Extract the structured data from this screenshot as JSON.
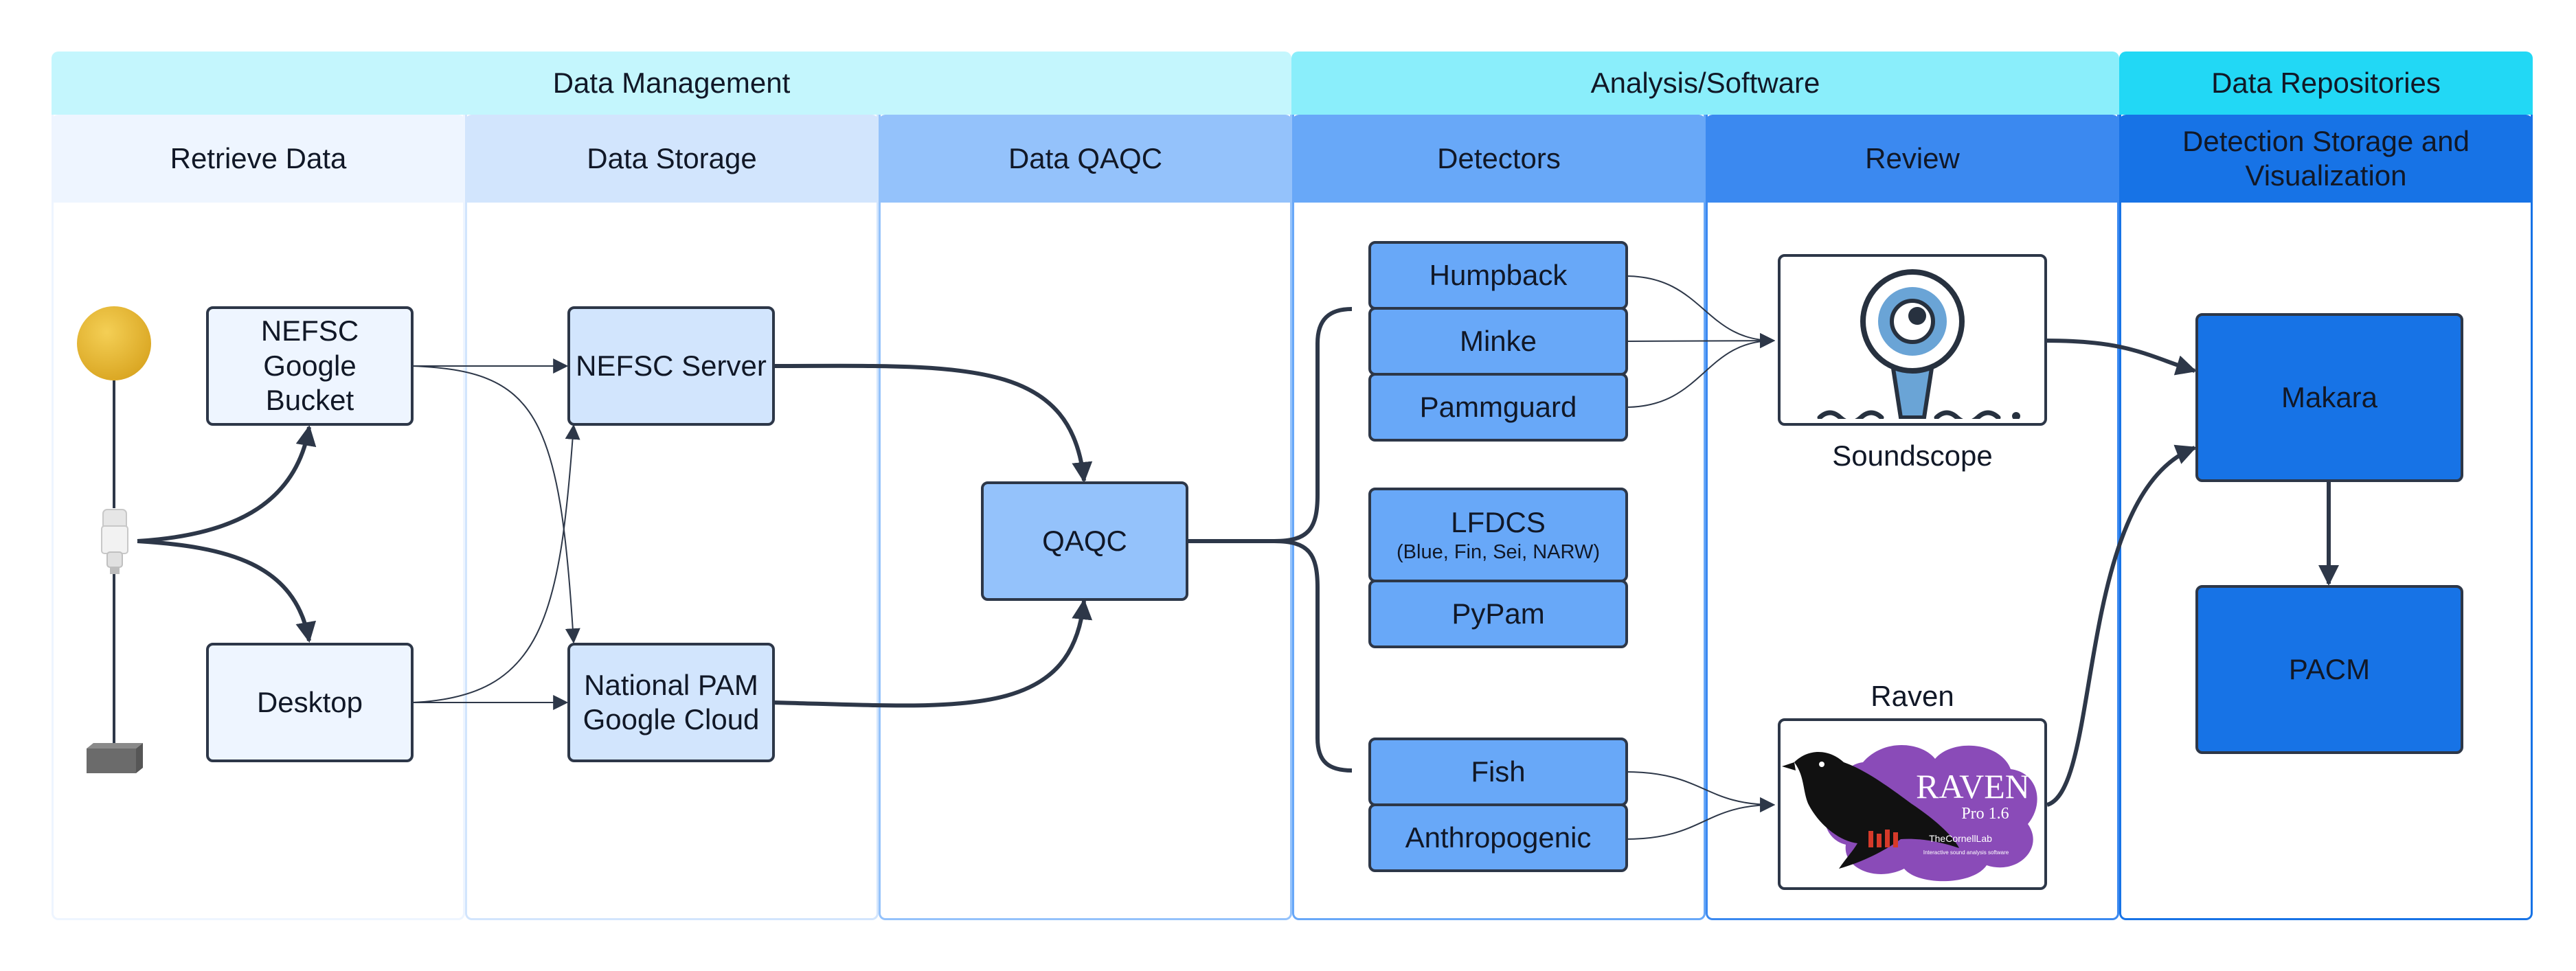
{
  "groups": {
    "data_management": "Data Management",
    "analysis_software": "Analysis/Software",
    "data_repositories": "Data Repositories"
  },
  "lanes": {
    "retrieve": "Retrieve Data",
    "storage": "Data Storage",
    "qaqc": "Data QAQC",
    "detectors": "Detectors",
    "review": "Review",
    "detection_storage": "Detection Storage and Visualization"
  },
  "nodes": {
    "nefsc_bucket": "NEFSC Google Bucket",
    "desktop": "Desktop",
    "nefsc_server": "NEFSC Server",
    "national_pam": "National PAM Google Cloud",
    "qaqc": "QAQC",
    "humpback": "Humpback",
    "minke": "Minke",
    "pammguard": "Pammguard",
    "lfdcs": "LFDCS",
    "lfdcs_species": "(Blue, Fin, Sei, NARW)",
    "pypam": "PyPam",
    "fish": "Fish",
    "anthropogenic": "Anthropogenic",
    "makara": "Makara",
    "pacm": "PACM"
  },
  "review": {
    "soundscope": "Soundscope",
    "raven": "Raven",
    "raven_logo": {
      "title": "RAVEN",
      "version": "Pro 1.6",
      "lab": "TheCornellLab",
      "tagline": "Interactive sound analysis software"
    }
  },
  "colors": {
    "group_mgmt": "#c4f6fd",
    "group_analysis": "#8aeefb",
    "group_repos": "#22d8f5",
    "connector": "#2d3748",
    "buoy": "#e9b938",
    "raven_purple": "#8a4bb8"
  },
  "icons": [
    "buoy-icon",
    "hydrophone-icon",
    "anchor-icon",
    "soundscope-icon",
    "raven-bird-icon"
  ]
}
